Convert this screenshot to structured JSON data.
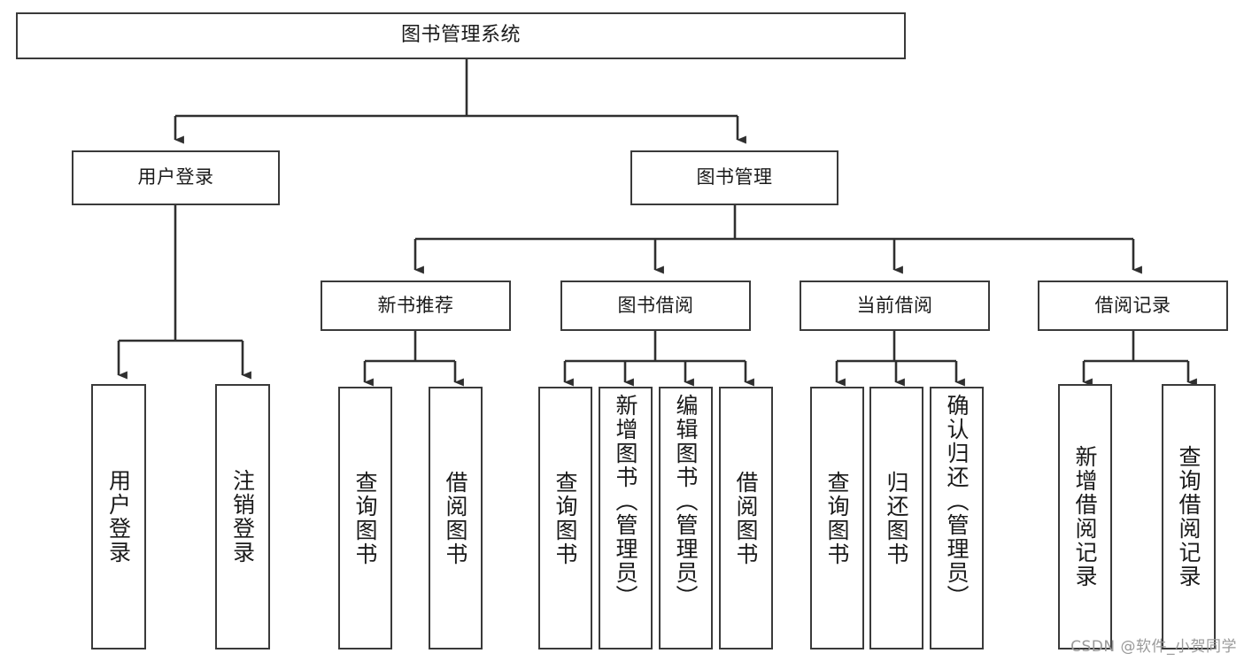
{
  "diagram": {
    "type": "tree",
    "title": "图书管理系统",
    "root": {
      "id": "root",
      "label": "图书管理系统"
    },
    "level2": [
      {
        "id": "user-login",
        "label": "用户登录"
      },
      {
        "id": "book-manage",
        "label": "图书管理"
      }
    ],
    "level3": [
      {
        "id": "new-book-rec",
        "label": "新书推荐",
        "parent": "book-manage"
      },
      {
        "id": "book-borrow",
        "label": "图书借阅",
        "parent": "book-manage"
      },
      {
        "id": "current-borrow",
        "label": "当前借阅",
        "parent": "book-manage"
      },
      {
        "id": "borrow-record",
        "label": "借阅记录",
        "parent": "book-manage"
      }
    ],
    "leaves": [
      {
        "id": "leaf-user-login",
        "label": "用户登录",
        "parent": "user-login"
      },
      {
        "id": "leaf-logout",
        "label": "注销登录",
        "parent": "user-login"
      },
      {
        "id": "leaf-query-book-1",
        "label": "查询图书",
        "parent": "new-book-rec"
      },
      {
        "id": "leaf-borrow-book-1",
        "label": "借阅图书",
        "parent": "new-book-rec"
      },
      {
        "id": "leaf-query-book-2",
        "label": "查询图书",
        "parent": "book-borrow"
      },
      {
        "id": "leaf-add-book",
        "label": "新增图书（管理员）",
        "parent": "book-borrow"
      },
      {
        "id": "leaf-edit-book",
        "label": "编辑图书（管理员）",
        "parent": "book-borrow"
      },
      {
        "id": "leaf-borrow-book-2",
        "label": "借阅图书",
        "parent": "book-borrow"
      },
      {
        "id": "leaf-query-book-3",
        "label": "查询图书",
        "parent": "current-borrow"
      },
      {
        "id": "leaf-return-book",
        "label": "归还图书",
        "parent": "current-borrow"
      },
      {
        "id": "leaf-confirm-return",
        "label": "确认归还（管理员）",
        "parent": "current-borrow"
      },
      {
        "id": "leaf-add-record",
        "label": "新增借阅记录",
        "parent": "borrow-record"
      },
      {
        "id": "leaf-query-record",
        "label": "查询借阅记录",
        "parent": "borrow-record"
      }
    ],
    "watermark": "CSDN @软件_小贺同学",
    "colors": {
      "box_border": "#3a3a3a",
      "box_fill": "#ffffff",
      "connector": "#2f2f2f",
      "text": "#1a1a1a",
      "watermark": "#9a9a9a",
      "background": "#ffffff"
    }
  }
}
